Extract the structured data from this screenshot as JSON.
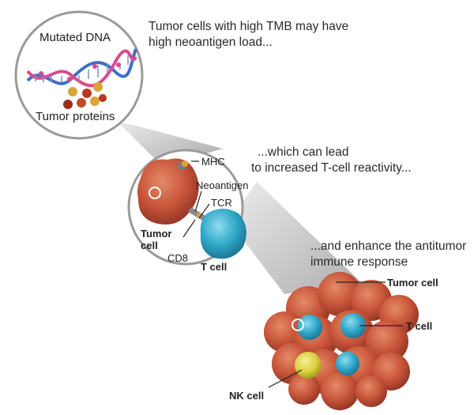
{
  "captions": {
    "step1_line1": "Tumor cells with high TMB may have",
    "step1_line2": "high neoantigen load...",
    "step2_line1": "...which can lead",
    "step2_line2": "to increased T-cell reactivity...",
    "step3_line1": "...and enhance the antitumor",
    "step3_line2": "immune response"
  },
  "circle1": {
    "title": "Mutated DNA",
    "subtitle": "Tumor proteins"
  },
  "circle2": {
    "mhc": "MHC",
    "neoantigen": "Neoantigen",
    "tcr": "TCR",
    "tumor_cell_line1": "Tumor",
    "tumor_cell_line2": "cell",
    "cd8": "CD8",
    "t_cell": "T cell"
  },
  "cluster": {
    "tumor_cell": "Tumor cell",
    "t_cell": "T cell",
    "nk_cell": "NK cell"
  },
  "colors": {
    "tumor": "#c8553a",
    "tcell": "#2fa8c8",
    "nkcell": "#d9cf3c",
    "dna_blue": "#3f6fc4",
    "dna_pink": "#d84b8c",
    "cone": "#c9c9c9"
  }
}
